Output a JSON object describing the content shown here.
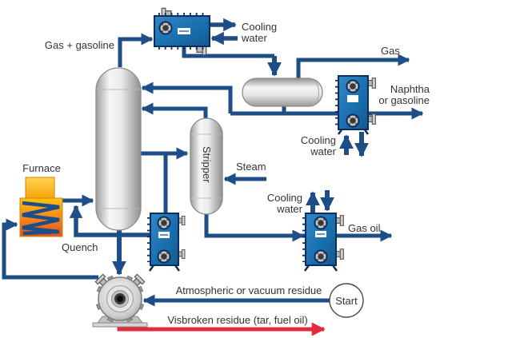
{
  "diagram": {
    "labels": {
      "gas_gasoline": "Gas + gasoline",
      "cooling": "Cooling",
      "water": "water",
      "gas": "Gas",
      "naphtha": "Naphtha",
      "or_gasoline": "or gasoline",
      "steam": "Steam",
      "stripper": "Stripper",
      "furnace": "Furnace",
      "quench": "Quench",
      "gas_oil": "Gas oil",
      "atmospheric_residue": "Atmospheric or vacuum residue",
      "visbroken_residue": "Visbroken residue (tar, fuel oil)",
      "start": "Start"
    },
    "colors": {
      "pipe_blue": "#1e4e87",
      "exchanger_blue": "#1b72b2",
      "exchanger_border": "#0d2d5c",
      "residue_red": "#e32b3d",
      "furnace_yellow": "#ffc40c",
      "furnace_orange": "#f6821f",
      "vessel_gray": "#d9d9d9",
      "text": "#333333",
      "background": "#ffffff"
    }
  }
}
